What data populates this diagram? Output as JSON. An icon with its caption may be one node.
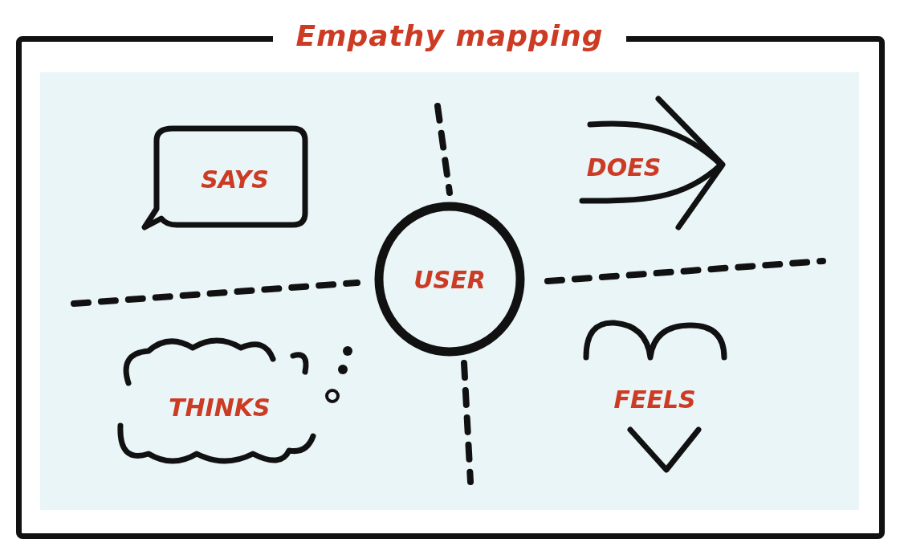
{
  "diagram": {
    "title": "Empathy mapping",
    "nodes": [
      {
        "text": [
          "SAYS"
        ]
      },
      {
        "text": [
          "DOES"
        ]
      },
      {
        "text": [
          "USER"
        ]
      },
      {
        "text": [
          "THINKS"
        ]
      },
      {
        "text": [
          "FEELS"
        ]
      }
    ]
  }
}
